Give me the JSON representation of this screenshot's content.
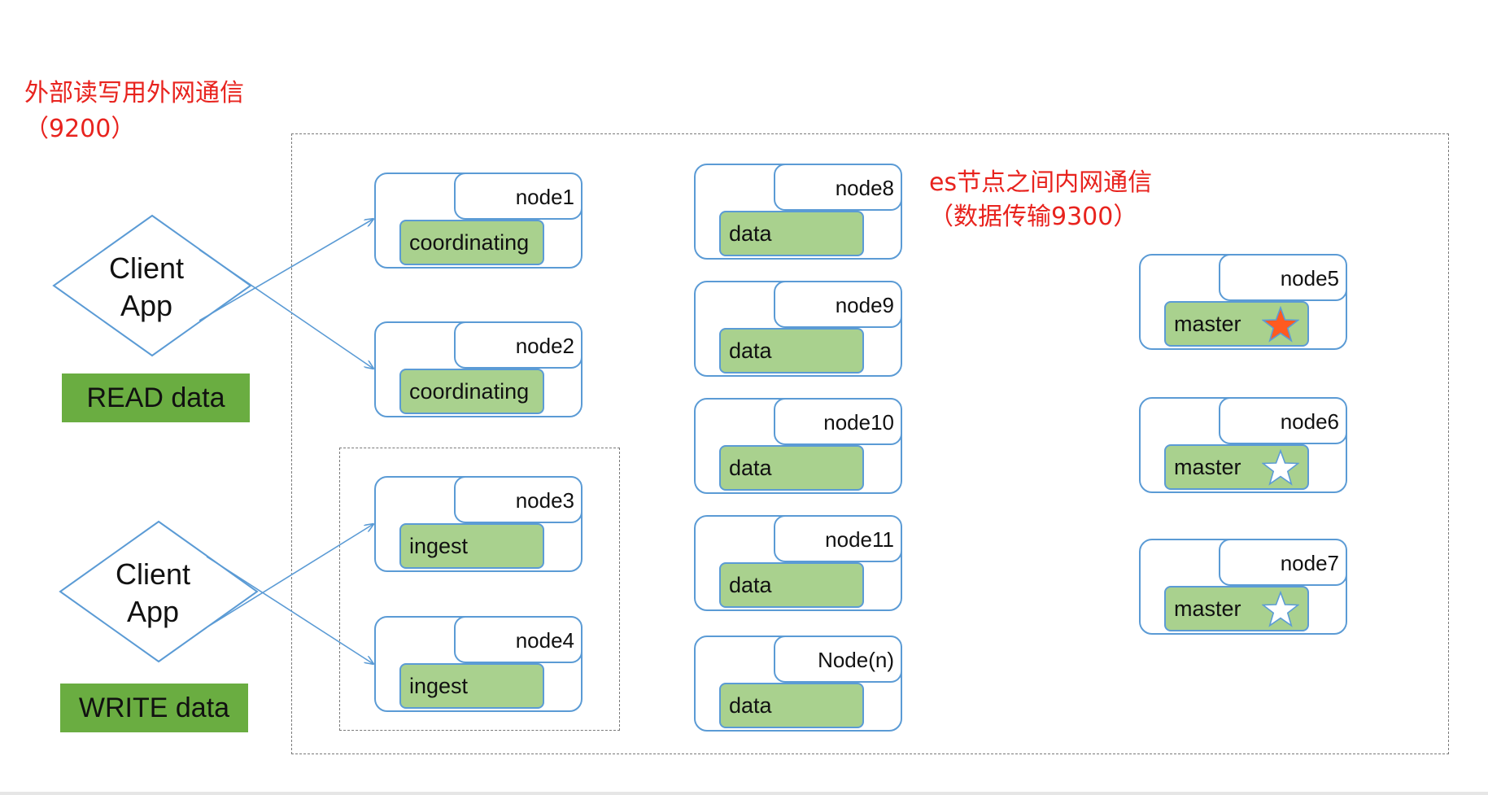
{
  "external_note": {
    "line1": "外部读写用外网通信",
    "line2": "（9200）"
  },
  "internal_note": {
    "line1": "es节点之间内网通信",
    "line2": "（数据传输9300）"
  },
  "clients": {
    "read": {
      "label_line1": "Client",
      "label_line2": "App",
      "action": "READ data"
    },
    "write": {
      "label_line1": "Client",
      "label_line2": "App",
      "action": "WRITE data"
    }
  },
  "coordinating_nodes": [
    {
      "name": "node1",
      "role": "coordinating"
    },
    {
      "name": "node2",
      "role": "coordinating"
    }
  ],
  "ingest_nodes": [
    {
      "name": "node3",
      "role": "ingest"
    },
    {
      "name": "node4",
      "role": "ingest"
    }
  ],
  "data_nodes": [
    {
      "name": "node8",
      "role": "data"
    },
    {
      "name": "node9",
      "role": "data"
    },
    {
      "name": "node10",
      "role": "data"
    },
    {
      "name": "node11",
      "role": "data"
    },
    {
      "name": "Node(n)",
      "role": "data"
    }
  ],
  "master_nodes": [
    {
      "name": "node5",
      "role": "master",
      "elected": true
    },
    {
      "name": "node6",
      "role": "master",
      "elected": false
    },
    {
      "name": "node7",
      "role": "master",
      "elected": false
    }
  ],
  "colors": {
    "note_red": "#e8231e",
    "node_border": "#5b9bd5",
    "role_fill": "#a9d18e",
    "action_fill": "#6aad41",
    "elected_star": "#ff5a1f",
    "candidate_star": "#ffffff"
  }
}
